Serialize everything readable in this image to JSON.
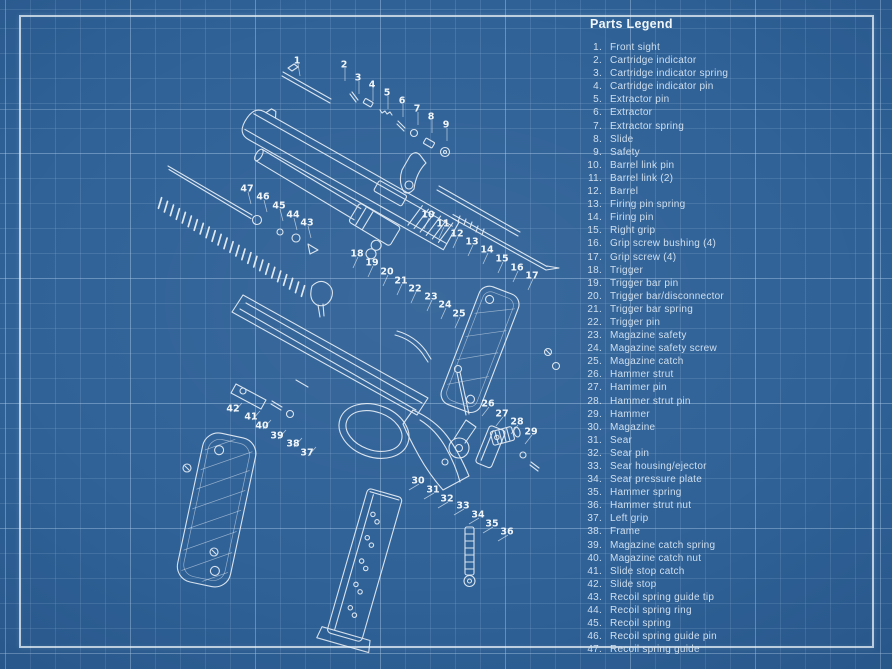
{
  "colors": {
    "bg": "#2b5e95",
    "gridMin": "#9fc2e42e",
    "gridMaj": "#b4d2ee4d",
    "line": "#e7eff6",
    "text": "#cfdfee",
    "title": "#f1f6fa"
  },
  "legend": {
    "title": "Parts Legend",
    "items": [
      "Front sight",
      "Cartridge indicator",
      "Cartridge indicator spring",
      "Cartridge indicator pin",
      "Extractor pin",
      "Extractor",
      "Extractor spring",
      "Slide",
      "Safety",
      "Barrel link pin",
      "Barrel link (2)",
      "Barrel",
      "Firing pin spring",
      "Firing pin",
      "Right grip",
      "Grip screw bushing (4)",
      "Grip screw (4)",
      "Trigger",
      "Trigger bar pin",
      "Trigger bar/disconnector",
      "Trigger bar spring",
      "Trigger pin",
      "Magazine safety",
      "Magazine safety screw",
      "Magazine catch",
      "Hammer strut",
      "Hammer pin",
      "Hammer strut pin",
      "Hammer",
      "Magazine",
      "Sear",
      "Sear pin",
      "Sear housing/ejector",
      "Sear pressure plate",
      "Hammer spring",
      "Hammer strut nut",
      "Left grip",
      "Frame",
      "Magazine catch spring",
      "Magazine catch nut",
      "Slide stop catch",
      "Slide stop",
      "Recoil spring guide tip",
      "Recoil spring ring",
      "Recoil spring",
      "Recoil spring guide pin",
      "Recoil spring guide"
    ]
  },
  "diagram": {
    "labels": [
      [
        1,
        297,
        60,
        2,
        12
      ],
      [
        2,
        344,
        64,
        0,
        13
      ],
      [
        3,
        358,
        77,
        0,
        13
      ],
      [
        4,
        372,
        84,
        0,
        13
      ],
      [
        5,
        387,
        92,
        0,
        13
      ],
      [
        6,
        402,
        100,
        0,
        13
      ],
      [
        7,
        417,
        108,
        0,
        13
      ],
      [
        8,
        431,
        116,
        0,
        13
      ],
      [
        9,
        446,
        124,
        0,
        13
      ],
      [
        10,
        428,
        214,
        -5,
        11
      ],
      [
        11,
        443,
        223,
        -5,
        11
      ],
      [
        12,
        457,
        233,
        -5,
        11
      ],
      [
        13,
        472,
        241,
        -5,
        11
      ],
      [
        14,
        487,
        249,
        -5,
        11
      ],
      [
        15,
        502,
        258,
        -5,
        11
      ],
      [
        16,
        517,
        267,
        -5,
        11
      ],
      [
        17,
        532,
        275,
        -5,
        11
      ],
      [
        18,
        357,
        253,
        -5,
        11
      ],
      [
        19,
        372,
        262,
        -5,
        11
      ],
      [
        20,
        387,
        271,
        -5,
        11
      ],
      [
        21,
        401,
        280,
        -5,
        11
      ],
      [
        22,
        415,
        288,
        -5,
        11
      ],
      [
        23,
        431,
        296,
        -5,
        11
      ],
      [
        24,
        445,
        304,
        -5,
        11
      ],
      [
        25,
        459,
        313,
        -5,
        11
      ],
      [
        26,
        488,
        403,
        -7,
        9
      ],
      [
        27,
        502,
        413,
        -7,
        9
      ],
      [
        28,
        517,
        421,
        -7,
        9
      ],
      [
        29,
        531,
        431,
        -7,
        9
      ],
      [
        30,
        418,
        480,
        -10,
        6
      ],
      [
        31,
        433,
        489,
        -10,
        6
      ],
      [
        32,
        447,
        498,
        -10,
        6
      ],
      [
        33,
        463,
        505,
        -10,
        6
      ],
      [
        34,
        478,
        514,
        -10,
        6
      ],
      [
        35,
        492,
        523,
        -10,
        6
      ],
      [
        36,
        507,
        531,
        -10,
        6
      ],
      [
        37,
        307,
        452,
        8,
        -9
      ],
      [
        38,
        293,
        443,
        8,
        -9
      ],
      [
        39,
        277,
        435,
        8,
        -9
      ],
      [
        40,
        262,
        425,
        8,
        -9
      ],
      [
        41,
        251,
        416,
        8,
        -9
      ],
      [
        42,
        233,
        408,
        8,
        -9
      ],
      [
        43,
        307,
        222,
        3,
        12
      ],
      [
        44,
        293,
        214,
        3,
        12
      ],
      [
        45,
        279,
        205,
        3,
        12
      ],
      [
        46,
        263,
        196,
        3,
        12
      ],
      [
        47,
        247,
        188,
        3,
        12
      ]
    ]
  }
}
